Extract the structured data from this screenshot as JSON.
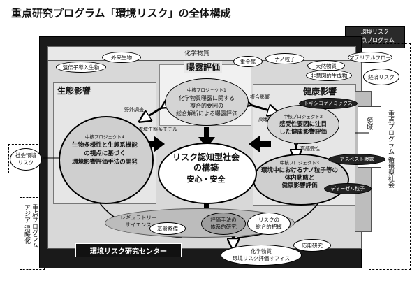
{
  "title": "重点研究プログラム「環境リスク」の全体構成",
  "top_label": {
    "line1": "環境リスク",
    "line2": "重点プログラム"
  },
  "band_top": "化学物質",
  "top_ovals": [
    "遺伝子導入生物",
    "外来生物",
    "重金属",
    "ナノ粒子",
    "天然物質",
    "マテリアルフロー",
    "非意図的生成物",
    "経済リスク"
  ],
  "exposure": {
    "title": "曝露評価",
    "core_label": "中核プロジェクト1",
    "core_lines": [
      "化学物質曝露に関する",
      "複合的要因の",
      "総合解析による曝露評価"
    ]
  },
  "ecology": {
    "title": "生態影響",
    "core_label": "中核プロジェクト4",
    "core_lines": [
      "生物多様性と生態系機能",
      "の視点に基づく",
      "環境影響評価手法の開発"
    ],
    "note_field": "野外調査",
    "note_model": "流域生態系モデル"
  },
  "health": {
    "title": "健康影響",
    "core2_label": "中核プロジェクト2",
    "core2_lines": [
      "感受性要因に注目",
      "した健康影響評価"
    ],
    "toxico": "トキシコゲノミックス",
    "sensitivity": "高感受性",
    "core3_label": "中核プロジェクト3",
    "core3_lines": [
      "環境中におけるナノ粒子等の",
      "体内動態と",
      "健康影響評価"
    ],
    "asbestos": "アスベスト曝露",
    "diesel": "ディーゼル粒子"
  },
  "complex_effects": "複合影響",
  "high_exposure": "高曝露",
  "center": {
    "line1": "リスク認知型社会",
    "line2": "の構築",
    "line3": "安心・安全"
  },
  "bottom": {
    "regulatory_1": "レギュラトリー",
    "regulatory_2": "サイエンス",
    "infra": "基盤整備",
    "eval_1": "評価手法の",
    "eval_2": "体系的研究",
    "risk_1": "リスクの",
    "risk_2": "総合的把握",
    "center_name": "環境リスク研究センター",
    "office_1": "化学物質",
    "office_2": "環境リスク評価オフィス",
    "applied": "応用研究"
  },
  "left_side": {
    "social_1": "社会環境",
    "social_2": "リスク",
    "program_lines": [
      "重点プログラム",
      "アジア",
      "温暖化"
    ]
  },
  "right_side": {
    "domain": "領域",
    "program_lines": [
      "重点プログラム",
      "循環型社会"
    ]
  }
}
